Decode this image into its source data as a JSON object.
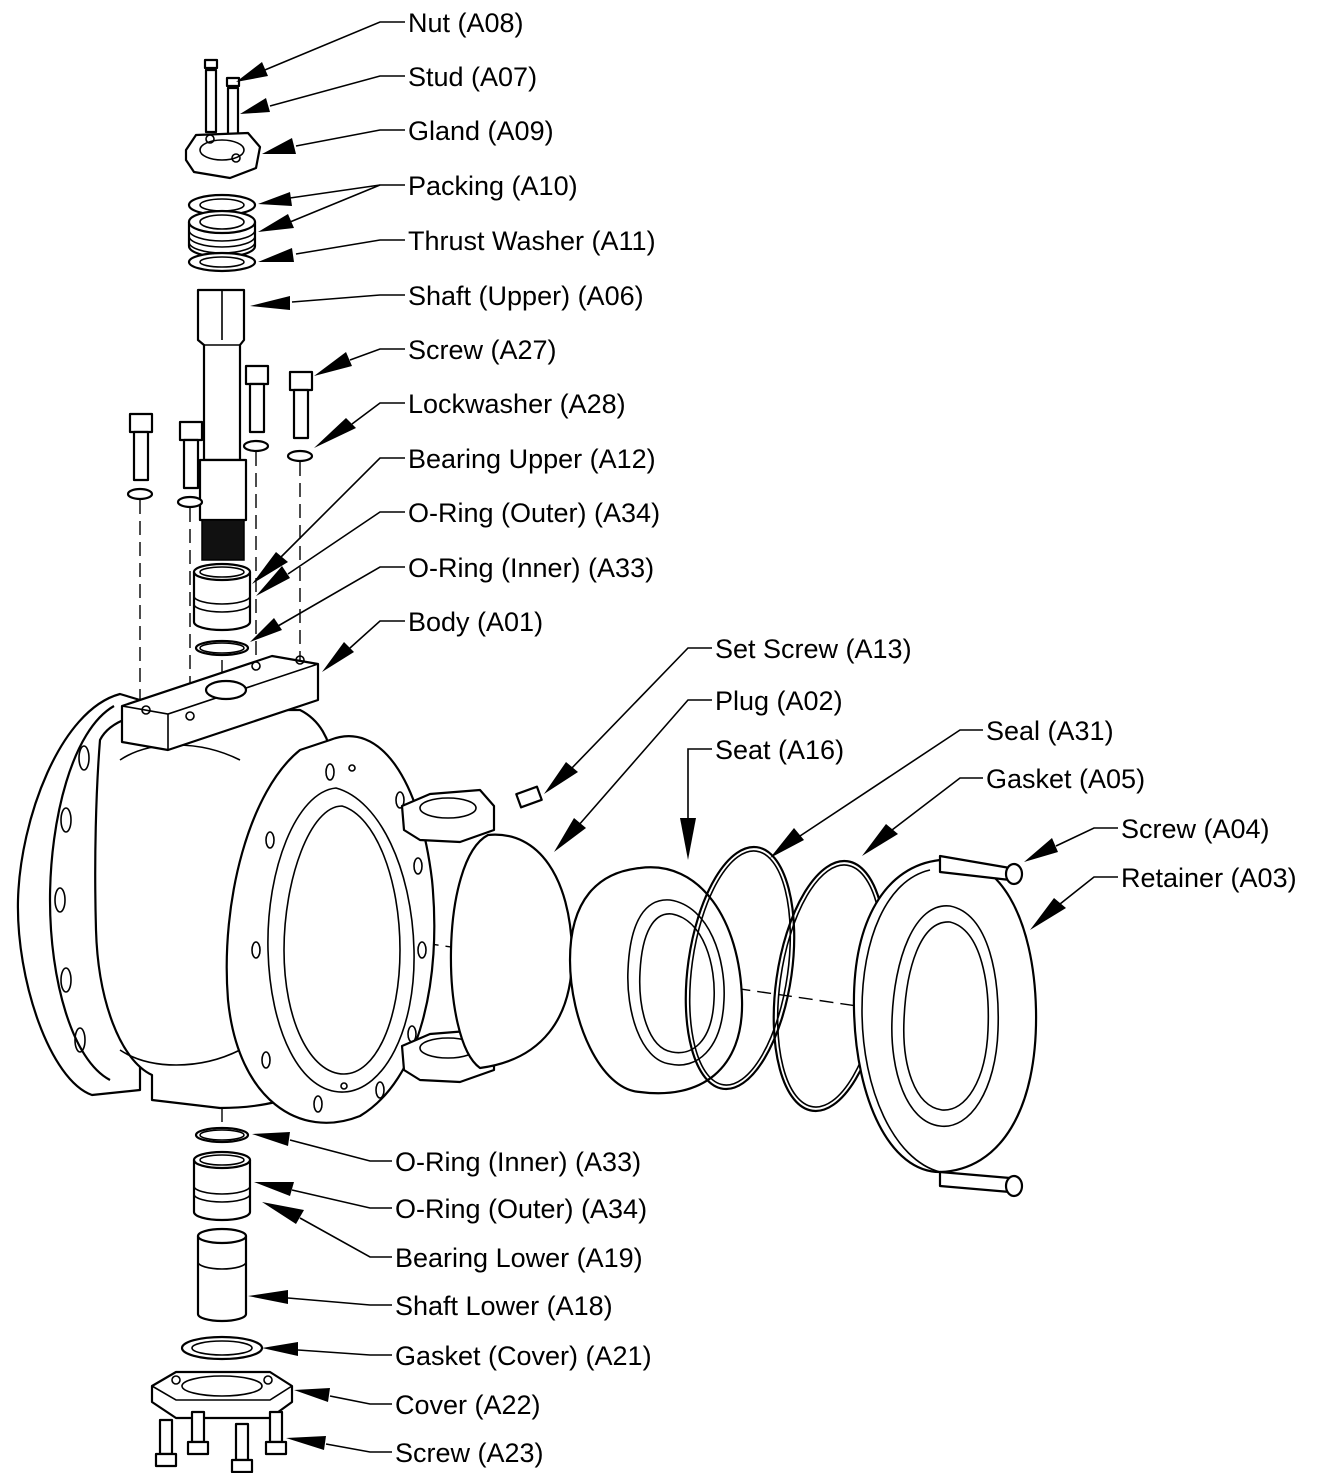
{
  "callouts": [
    {
      "id": "nut-a08",
      "text": "Nut (A08)"
    },
    {
      "id": "stud-a07",
      "text": "Stud (A07)"
    },
    {
      "id": "gland-a09",
      "text": "Gland (A09)"
    },
    {
      "id": "packing-a10",
      "text": "Packing (A10)"
    },
    {
      "id": "thrust-washer-a11",
      "text": "Thrust Washer (A11)"
    },
    {
      "id": "shaft-upper-a06",
      "text": "Shaft (Upper) (A06)"
    },
    {
      "id": "screw-a27",
      "text": "Screw (A27)"
    },
    {
      "id": "lockwasher-a28",
      "text": "Lockwasher (A28)"
    },
    {
      "id": "bearing-upper-a12",
      "text": "Bearing Upper (A12)"
    },
    {
      "id": "o-ring-outer-a34-top",
      "text": "O-Ring (Outer) (A34)"
    },
    {
      "id": "o-ring-inner-a33-top",
      "text": "O-Ring (Inner) (A33)"
    },
    {
      "id": "body-a01",
      "text": "Body (A01)"
    },
    {
      "id": "set-screw-a13",
      "text": "Set Screw (A13)"
    },
    {
      "id": "plug-a02",
      "text": "Plug (A02)"
    },
    {
      "id": "seat-a16",
      "text": "Seat (A16)"
    },
    {
      "id": "seal-a31",
      "text": "Seal (A31)"
    },
    {
      "id": "gasket-a05",
      "text": "Gasket (A05)"
    },
    {
      "id": "screw-a04",
      "text": "Screw (A04)"
    },
    {
      "id": "retainer-a03",
      "text": "Retainer (A03)"
    },
    {
      "id": "o-ring-inner-a33-bottom",
      "text": "O-Ring (Inner) (A33)"
    },
    {
      "id": "o-ring-outer-a34-bottom",
      "text": "O-Ring (Outer) (A34)"
    },
    {
      "id": "bearing-lower-a19",
      "text": "Bearing Lower (A19)"
    },
    {
      "id": "shaft-lower-a18",
      "text": "Shaft Lower (A18)"
    },
    {
      "id": "gasket-cover-a21",
      "text": "Gasket (Cover) (A21)"
    },
    {
      "id": "cover-a22",
      "text": "Cover (A22)"
    },
    {
      "id": "screw-a23",
      "text": "Screw (A23)"
    }
  ]
}
